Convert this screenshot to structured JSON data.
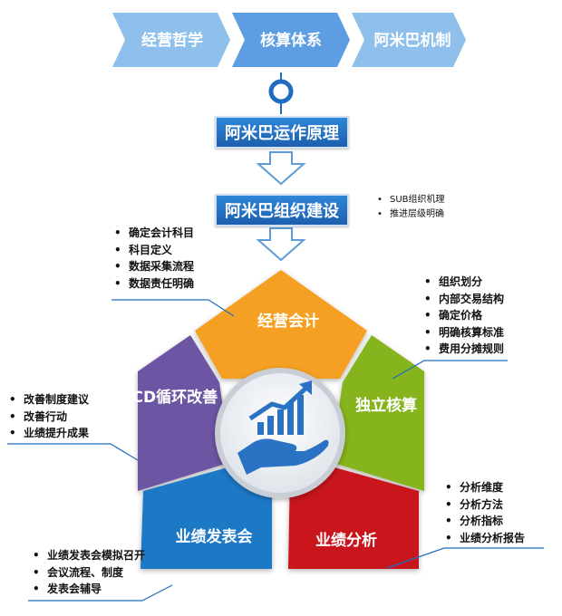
{
  "top_tabs": [
    {
      "label": "经营哲学",
      "active": false
    },
    {
      "label": "核算体系",
      "active": true
    },
    {
      "label": "阿米巴机制",
      "active": false
    }
  ],
  "flow": {
    "box1": "阿米巴运作原理",
    "box2": "阿米巴组织建设",
    "box2_notes": [
      "SUB组织机理",
      "推进层级明确"
    ]
  },
  "pentagon": {
    "segments": {
      "top": {
        "label": "经营会计",
        "color": "#f5a020"
      },
      "right": {
        "label": "独立核算",
        "color": "#86b41c"
      },
      "bottom_right": {
        "label": "业绩分析",
        "color": "#c8121e"
      },
      "bottom_left": {
        "label": "业绩发表会",
        "color": "#1b79c6"
      },
      "left": {
        "label": "TCD循环改善",
        "color": "#6c55a3"
      }
    },
    "center_icon": "hand-with-growth-chart-icon"
  },
  "annotations": {
    "top": [
      "确定会计科目",
      "科目定义",
      "数据采集流程",
      "数据责任明确"
    ],
    "right": [
      "组织划分",
      "内部交易结构",
      "确定价格",
      "明确核算标准",
      "费用分摊规则"
    ],
    "bottom_right": [
      "分析维度",
      "分析方法",
      "分析指标",
      "业绩分析报告"
    ],
    "bottom_left": [
      "业绩发表会模拟召开",
      "会议流程、制度",
      "发表会辅导"
    ],
    "left": [
      "改善制度建议",
      "改善行动",
      "业绩提升成果"
    ]
  },
  "colors": {
    "blue_tab": "#8bbcea",
    "blue_tab_active": "#5b9be0",
    "box": "#1f6cc0"
  }
}
